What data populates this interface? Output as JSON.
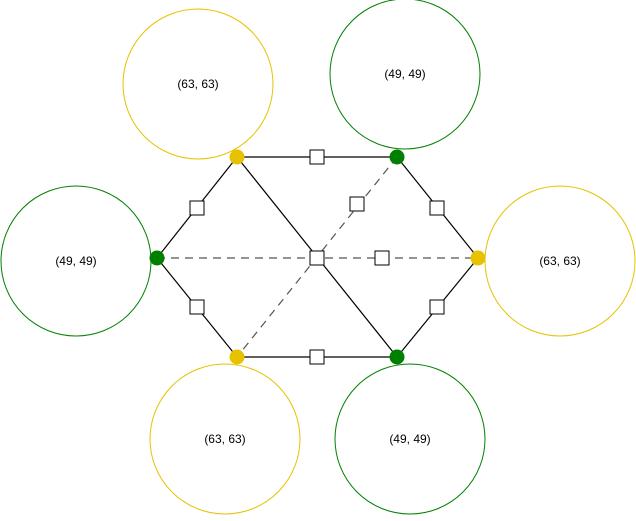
{
  "diagram": {
    "colors": {
      "green": "#008000",
      "yellow": "#e6c200",
      "edge": "#000000",
      "dashed": "#555555",
      "marker_fill": "#ffffff"
    },
    "circles": [
      {
        "id": "circle-top-left",
        "label": "(63, 63)",
        "color": "yellow"
      },
      {
        "id": "circle-top-right",
        "label": "(49, 49)",
        "color": "green"
      },
      {
        "id": "circle-left",
        "label": "(49, 49)",
        "color": "green"
      },
      {
        "id": "circle-right",
        "label": "(63, 63)",
        "color": "yellow"
      },
      {
        "id": "circle-bottom-left",
        "label": "(63, 63)",
        "color": "yellow"
      },
      {
        "id": "circle-bottom-right",
        "label": "(49, 49)",
        "color": "green"
      }
    ],
    "nodes": [
      {
        "id": "node-top-left",
        "color": "yellow"
      },
      {
        "id": "node-top-right",
        "color": "green"
      },
      {
        "id": "node-left",
        "color": "green"
      },
      {
        "id": "node-right",
        "color": "yellow"
      },
      {
        "id": "node-bottom-left",
        "color": "yellow"
      },
      {
        "id": "node-bottom-right",
        "color": "green"
      }
    ],
    "edges": [
      {
        "from": "node-top-left",
        "to": "node-top-right",
        "style": "solid"
      },
      {
        "from": "node-top-right",
        "to": "node-right",
        "style": "solid"
      },
      {
        "from": "node-right",
        "to": "node-bottom-right",
        "style": "solid"
      },
      {
        "from": "node-bottom-right",
        "to": "node-bottom-left",
        "style": "solid"
      },
      {
        "from": "node-bottom-left",
        "to": "node-left",
        "style": "solid"
      },
      {
        "from": "node-left",
        "to": "node-top-left",
        "style": "solid"
      },
      {
        "from": "node-top-left",
        "to": "node-bottom-right",
        "style": "solid"
      },
      {
        "from": "node-left",
        "to": "node-right",
        "style": "dashed"
      },
      {
        "from": "node-top-right",
        "to": "node-bottom-left",
        "style": "dashed"
      }
    ]
  }
}
